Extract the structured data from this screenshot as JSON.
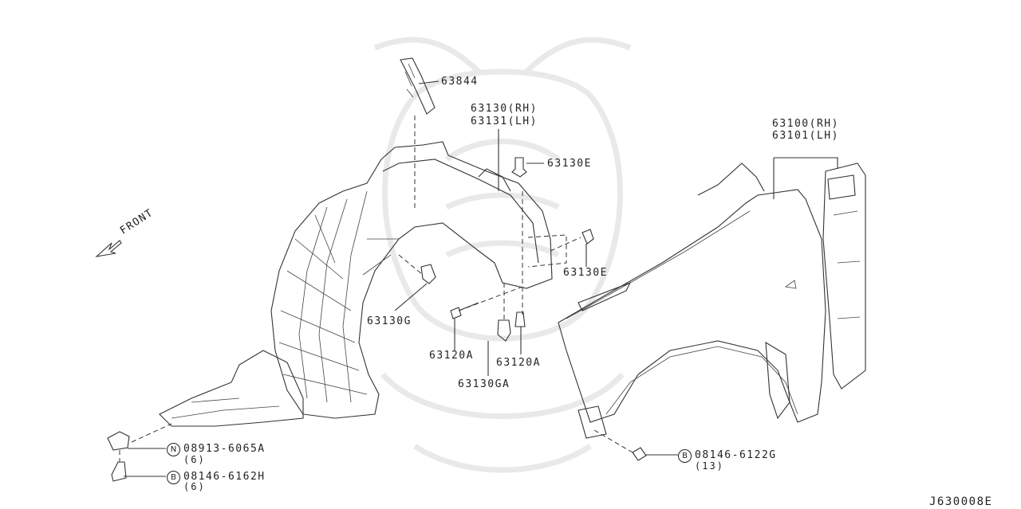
{
  "diagram": {
    "front_label": "FRONT",
    "code": "J630008E",
    "parts": [
      {
        "id": "p63844",
        "label": "63844"
      },
      {
        "id": "p63130",
        "line1": "63130(RH)",
        "line2": "63131(LH)"
      },
      {
        "id": "p63130E_top",
        "label": "63130E"
      },
      {
        "id": "p63130E_mid",
        "label": "63130E"
      },
      {
        "id": "p63130G",
        "label": "63130G"
      },
      {
        "id": "p63120A_left",
        "label": "63120A"
      },
      {
        "id": "p63120A_right",
        "label": "63120A"
      },
      {
        "id": "p63130GA",
        "label": "63130GA"
      },
      {
        "id": "p63100",
        "line1": "63100(RH)",
        "line2": "63101(LH)"
      }
    ],
    "fasteners": [
      {
        "id": "f_nut",
        "prefix": "N",
        "label": "08913-6065A",
        "qty": "(6)"
      },
      {
        "id": "f_bolt_left",
        "prefix": "B",
        "label": "08146-6162H",
        "qty": "(6)"
      },
      {
        "id": "f_bolt_right",
        "prefix": "B",
        "label": "08146-6122G",
        "qty": "(13)"
      }
    ]
  }
}
